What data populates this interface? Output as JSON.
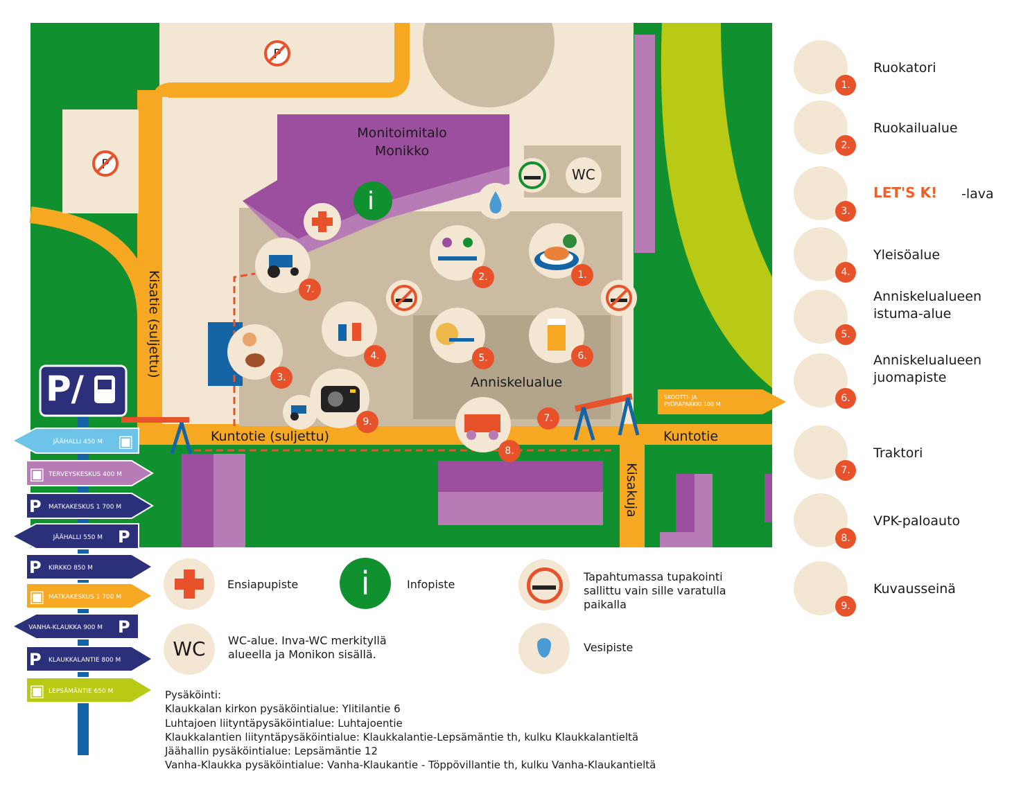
{
  "map": {
    "building_name": [
      "Monitoimitalo",
      "Monikko"
    ],
    "area_anniskelu": "Anniskelualue",
    "road_kuntotie_closed": "Kuntotie (suljettu)",
    "road_kuntotie": "Kuntotie",
    "road_kisatie": "Kisatie (suljettu)",
    "road_kisakuja": "Kisakuja",
    "wc": "WC",
    "info_icon": "i",
    "scooter_sign": [
      "SKOOTTI- JA",
      "PYÖRÄPARKKI 100 M"
    ],
    "markers": [
      "1.",
      "2.",
      "3.",
      "4.",
      "5.",
      "6.",
      "7.",
      "7.",
      "8.",
      "9."
    ]
  },
  "signpost": {
    "title": "P/",
    "signs": [
      {
        "text": "JÄÄHALLI 450 M",
        "color": "#6ec4e8",
        "dir": "left",
        "icon": "bus-icon"
      },
      {
        "text": "TERVEYSKESKUS 400 M",
        "color": "#b77bb5",
        "dir": "right",
        "icon": "bus-icon"
      },
      {
        "text": "MATKAKESKUS 1 700 M",
        "color": "#2c2f7a",
        "dir": "right",
        "icon": "parking-icon"
      },
      {
        "text": "JÄÄHALLI 550 M",
        "color": "#2c2f7a",
        "dir": "left",
        "icon": "parking-icon"
      },
      {
        "text": "KIRKKO 850 M",
        "color": "#2c2f7a",
        "dir": "right",
        "icon": "parking-icon"
      },
      {
        "text": "MATKAKESKUS 1 700 M",
        "color": "#f7a823",
        "dir": "right",
        "icon": "bus-icon"
      },
      {
        "text": "VANHA-KLAUKKA 900 M",
        "color": "#2c2f7a",
        "dir": "left",
        "icon": "parking-icon"
      },
      {
        "text": "KLAUKKALANTIE 800 M",
        "color": "#2c2f7a",
        "dir": "right",
        "icon": "parking-icon"
      },
      {
        "text": "LEPSÄMÄNTIE 650 M",
        "color": "#b8c916",
        "dir": "right",
        "icon": "bus-icon"
      }
    ]
  },
  "legend": [
    {
      "num": "1.",
      "label": "Ruokatori"
    },
    {
      "num": "2.",
      "label": "Ruokailualue"
    },
    {
      "num": "3.",
      "label": "-lava",
      "brand": "LET'S K!"
    },
    {
      "num": "4.",
      "label": "Yleisöalue"
    },
    {
      "num": "5.",
      "label": "Anniskelualueen istuma-alue"
    },
    {
      "num": "6.",
      "label": "Anniskelualueen juomapiste"
    },
    {
      "num": "7.",
      "label": "Traktori"
    },
    {
      "num": "8.",
      "label": "VPK-paloauto"
    },
    {
      "num": "9.",
      "label": "Kuvausseinä"
    }
  ],
  "bottom_legend": {
    "first_aid": "Ensiapupiste",
    "info": "Infopiste",
    "info_icon": "i",
    "smoking": "Tapahtumassa tupakointi sallittu vain sille varatulla paikalla",
    "wc_icon": "WC",
    "wc": "WC-alue. Inva-WC merkityllä alueella ja Monikon sisällä.",
    "water": "Vesipiste"
  },
  "parking": {
    "title": "Pysäköinti:",
    "lines": [
      "Klaukkalan kirkon pysäköintialue: Ylitilantie 6",
      "Luhtajoen liityntäpysäköintialue: Luhtajoentie",
      "Klaukkalantien liityntäpysäköintialue: Klaukkalantie-Lepsämäntie th, kulku Klaukkalantieltä",
      "Jäähallin pysäköintialue: Lepsämäntie 12",
      "Vanha-Klaukka pysäköintialue: Vanha-Klaukantie - Töppövillantie th, kulku Vanha-Klaukantieltä"
    ]
  },
  "colors": {
    "green": "#10902e",
    "lime": "#b8c916",
    "orange": "#f7a823",
    "purple": "#9b4f9e",
    "purple_light": "#b77bb5",
    "cream": "#f3e6d2",
    "tan": "#cbbba3",
    "red": "#e8522a",
    "navy": "#2c2f7a",
    "blue": "#1565a6"
  }
}
